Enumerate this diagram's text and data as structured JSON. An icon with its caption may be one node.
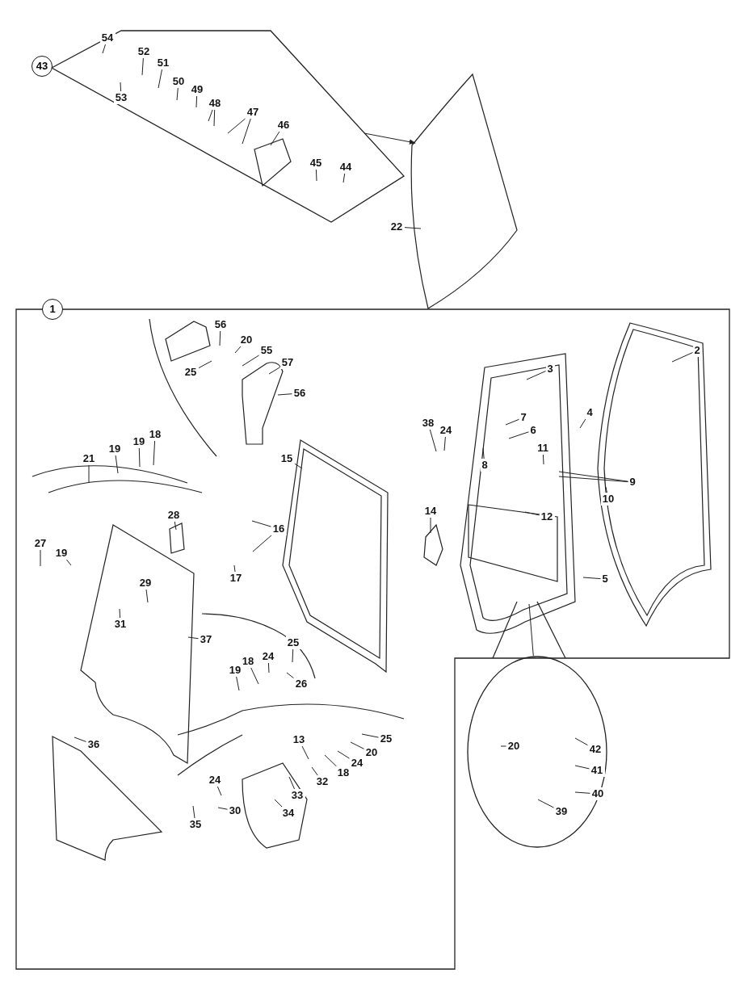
{
  "diagram": {
    "nodes": [
      {
        "text": [
          "43"
        ]
      },
      {
        "text": [
          "54"
        ],
        "in": 0
      },
      {
        "text": [
          "52"
        ],
        "in": 0
      },
      {
        "text": [
          "51"
        ],
        "in": 0
      },
      {
        "text": [
          "53"
        ],
        "in": 0
      },
      {
        "text": [
          "50"
        ],
        "in": 0
      },
      {
        "text": [
          "49"
        ],
        "in": 0
      },
      {
        "text": [
          "48"
        ],
        "in": 0
      },
      {
        "text": [
          "47"
        ],
        "in": 0
      },
      {
        "text": [
          "46"
        ],
        "in": 0
      },
      {
        "text": [
          "45"
        ],
        "in": 0
      },
      {
        "text": [
          "44"
        ],
        "in": 0
      },
      {
        "text": [
          "22"
        ]
      },
      {
        "text": [
          "1"
        ]
      },
      {
        "text": [
          "56"
        ],
        "in": 13
      },
      {
        "text": [
          "20"
        ],
        "in": 13
      },
      {
        "text": [
          "55"
        ],
        "in": 13
      },
      {
        "text": [
          "25"
        ],
        "in": 13
      },
      {
        "text": [
          "57"
        ],
        "in": 13
      },
      {
        "text": [
          "56"
        ],
        "in": 13
      },
      {
        "text": [
          "2"
        ],
        "in": 13
      },
      {
        "text": [
          "3"
        ],
        "in": 13
      },
      {
        "text": [
          "4"
        ],
        "in": 13
      },
      {
        "text": [
          "38"
        ],
        "in": 13
      },
      {
        "text": [
          "24"
        ],
        "in": 13
      },
      {
        "text": [
          "7"
        ],
        "in": 13
      },
      {
        "text": [
          "6"
        ],
        "in": 13
      },
      {
        "text": [
          "8"
        ],
        "in": 13
      },
      {
        "text": [
          "11"
        ],
        "in": 13
      },
      {
        "text": [
          "9"
        ],
        "in": 13
      },
      {
        "text": [
          "10"
        ],
        "in": 13
      },
      {
        "text": [
          "21"
        ],
        "in": 13
      },
      {
        "text": [
          "19"
        ],
        "in": 13
      },
      {
        "text": [
          "19"
        ],
        "in": 13
      },
      {
        "text": [
          "18"
        ],
        "in": 13
      },
      {
        "text": [
          "15"
        ],
        "in": 13
      },
      {
        "text": [
          "12"
        ],
        "in": 13
      },
      {
        "text": [
          "14"
        ],
        "in": 13
      },
      {
        "text": [
          "16"
        ],
        "in": 13
      },
      {
        "text": [
          "28"
        ],
        "in": 13
      },
      {
        "text": [
          "27"
        ],
        "in": 13
      },
      {
        "text": [
          "19"
        ],
        "in": 13
      },
      {
        "text": [
          "29"
        ],
        "in": 13
      },
      {
        "text": [
          "17"
        ],
        "in": 13
      },
      {
        "text": [
          "5"
        ],
        "in": 13
      },
      {
        "text": [
          "31"
        ],
        "in": 13
      },
      {
        "text": [
          "37"
        ],
        "in": 13
      },
      {
        "text": [
          "25"
        ],
        "in": 13
      },
      {
        "text": [
          "24"
        ],
        "in": 13
      },
      {
        "text": [
          "18"
        ],
        "in": 13
      },
      {
        "text": [
          "19"
        ],
        "in": 13
      },
      {
        "text": [
          "26"
        ],
        "in": 13
      },
      {
        "text": [
          "36"
        ],
        "in": 13
      },
      {
        "text": [
          "13"
        ],
        "in": 13
      },
      {
        "text": [
          "25"
        ],
        "in": 13
      },
      {
        "text": [
          "20"
        ],
        "in": 13
      },
      {
        "text": [
          "24"
        ],
        "in": 13
      },
      {
        "text": [
          "18"
        ],
        "in": 13
      },
      {
        "text": [
          "32"
        ],
        "in": 13
      },
      {
        "text": [
          "33"
        ],
        "in": 13
      },
      {
        "text": [
          "34"
        ],
        "in": 13
      },
      {
        "text": [
          "24"
        ],
        "in": 13
      },
      {
        "text": [
          "30"
        ],
        "in": 13
      },
      {
        "text": [
          "35"
        ],
        "in": 13
      },
      {
        "text": [],
        "shape": "circle"
      },
      {
        "text": [
          "20"
        ],
        "in": 64
      },
      {
        "text": [
          "42"
        ],
        "in": 64
      },
      {
        "text": [
          "41"
        ],
        "in": 64
      },
      {
        "text": [
          "40"
        ],
        "in": 64
      },
      {
        "text": [
          "39"
        ],
        "in": 64
      }
    ],
    "edges": [
      {
        "from": 0,
        "to": null,
        "arrow": "to"
      },
      {
        "from": 1,
        "to": null,
        "arrow": "none"
      },
      {
        "from": 2,
        "to": null,
        "arrow": "none"
      },
      {
        "from": 3,
        "to": null,
        "arrow": "none"
      },
      {
        "from": 4,
        "to": null,
        "arrow": "none"
      },
      {
        "from": 5,
        "to": null,
        "arrow": "none"
      },
      {
        "from": 6,
        "to": null,
        "arrow": "none"
      },
      {
        "from": 7,
        "to": null,
        "arrow": "none"
      },
      {
        "from": 7,
        "to": null,
        "arrow": "none"
      },
      {
        "from": 8,
        "to": null,
        "arrow": "none"
      },
      {
        "from": 8,
        "to": null,
        "arrow": "none"
      },
      {
        "from": 9,
        "to": null,
        "arrow": "none"
      },
      {
        "from": 10,
        "to": null,
        "arrow": "none"
      },
      {
        "from": 11,
        "to": null,
        "arrow": "none"
      },
      {
        "from": 12,
        "to": null,
        "arrow": "none"
      },
      {
        "from": 14,
        "to": null,
        "arrow": "none"
      },
      {
        "from": 15,
        "to": null,
        "arrow": "none"
      },
      {
        "from": 16,
        "to": null,
        "arrow": "none"
      },
      {
        "from": 17,
        "to": null,
        "arrow": "none"
      },
      {
        "from": 18,
        "to": null,
        "arrow": "none"
      },
      {
        "from": 19,
        "to": null,
        "arrow": "none"
      },
      {
        "from": 20,
        "to": null,
        "arrow": "none"
      },
      {
        "from": 21,
        "to": null,
        "arrow": "none"
      },
      {
        "from": 22,
        "to": null,
        "arrow": "none"
      },
      {
        "from": 23,
        "to": null,
        "arrow": "none"
      },
      {
        "from": 24,
        "to": null,
        "arrow": "none"
      },
      {
        "from": 25,
        "to": null,
        "arrow": "none"
      },
      {
        "from": 26,
        "to": null,
        "arrow": "none"
      },
      {
        "from": 27,
        "to": null,
        "arrow": "none"
      },
      {
        "from": 28,
        "to": null,
        "arrow": "none"
      },
      {
        "from": 29,
        "to": null,
        "arrow": "none"
      },
      {
        "from": 29,
        "to": null,
        "arrow": "none"
      },
      {
        "from": 30,
        "to": null,
        "arrow": "none"
      },
      {
        "from": 31,
        "to": null,
        "arrow": "none"
      },
      {
        "from": 32,
        "to": null,
        "arrow": "none"
      },
      {
        "from": 33,
        "to": null,
        "arrow": "none"
      },
      {
        "from": 34,
        "to": null,
        "arrow": "none"
      },
      {
        "from": 35,
        "to": null,
        "arrow": "none"
      },
      {
        "from": 36,
        "to": null,
        "arrow": "none"
      },
      {
        "from": 37,
        "to": null,
        "arrow": "none"
      },
      {
        "from": 38,
        "to": null,
        "arrow": "none"
      },
      {
        "from": 38,
        "to": null,
        "arrow": "none"
      },
      {
        "from": 39,
        "to": null,
        "arrow": "none"
      },
      {
        "from": 40,
        "to": null,
        "arrow": "none"
      },
      {
        "from": 41,
        "to": null,
        "arrow": "none"
      },
      {
        "from": 42,
        "to": null,
        "arrow": "none"
      },
      {
        "from": 43,
        "to": null,
        "arrow": "none"
      },
      {
        "from": 44,
        "to": null,
        "arrow": "none"
      },
      {
        "from": 45,
        "to": null,
        "arrow": "none"
      },
      {
        "from": 46,
        "to": null,
        "arrow": "none"
      },
      {
        "from": 47,
        "to": null,
        "arrow": "none"
      },
      {
        "from": 48,
        "to": null,
        "arrow": "none"
      },
      {
        "from": 49,
        "to": null,
        "arrow": "none"
      },
      {
        "from": 50,
        "to": null,
        "arrow": "none"
      },
      {
        "from": 51,
        "to": null,
        "arrow": "none"
      },
      {
        "from": 52,
        "to": null,
        "arrow": "none"
      },
      {
        "from": 53,
        "to": null,
        "arrow": "none"
      },
      {
        "from": 54,
        "to": null,
        "arrow": "none"
      },
      {
        "from": 55,
        "to": null,
        "arrow": "none"
      },
      {
        "from": 56,
        "to": null,
        "arrow": "none"
      },
      {
        "from": 57,
        "to": null,
        "arrow": "none"
      },
      {
        "from": 58,
        "to": null,
        "arrow": "none"
      },
      {
        "from": 59,
        "to": null,
        "arrow": "none"
      },
      {
        "from": 60,
        "to": null,
        "arrow": "none"
      },
      {
        "from": 61,
        "to": null,
        "arrow": "none"
      },
      {
        "from": 62,
        "to": null,
        "arrow": "none"
      },
      {
        "from": 63,
        "to": null,
        "arrow": "none"
      },
      {
        "from": null,
        "to": 64,
        "arrow": "none"
      },
      {
        "from": 65,
        "to": null,
        "arrow": "none"
      },
      {
        "from": 66,
        "to": null,
        "arrow": "none"
      },
      {
        "from": 67,
        "to": null,
        "arrow": "none"
      },
      {
        "from": 68,
        "to": null,
        "arrow": "none"
      },
      {
        "from": 69,
        "to": null,
        "arrow": "none"
      }
    ]
  }
}
